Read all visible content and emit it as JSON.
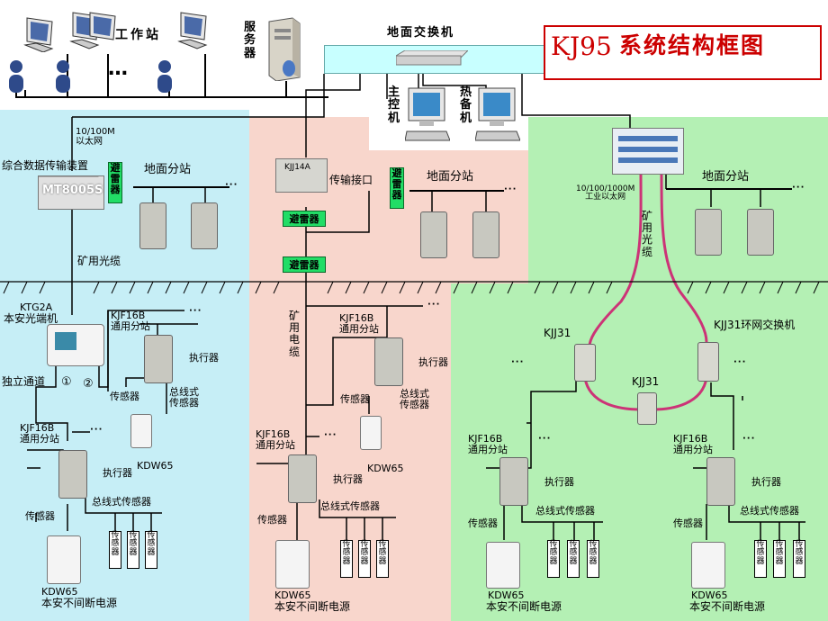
{
  "title": {
    "prefix": "KJ95",
    "chinese": "系统结构框图",
    "color": "#cc0000"
  },
  "top": {
    "workstations": "工作站",
    "ellipsis": "…",
    "server": "服务器",
    "ground_switch": "地面交换机",
    "main_host": "主控机",
    "standby_host": "热备机"
  },
  "left": {
    "ethernet": "10/100M\n以太网",
    "device_label": "综合数据传输装置",
    "device_model": "MT8005S",
    "lightning": "避雷器",
    "ground_substation": "地面分站",
    "fiber": "矿用光缆",
    "optical_terminal_model": "KTG2A",
    "optical_terminal": "本安光端机",
    "independent_channel": "独立通道",
    "ch1": "①",
    "ch2": "②",
    "substation_model_a": "KJF16B",
    "substation_a": "通用分站",
    "actuator": "执行器",
    "sensor": "传感器",
    "bus_sensor": "总线式传感器",
    "bus_sensor_2": "总线式\n传感器",
    "kdw65": "KDW65",
    "ups": "本安不间断电源",
    "sensor_short": "传感器"
  },
  "middle": {
    "interface_model": "KJJ14A",
    "interface": "传输接口",
    "lightning": "避雷器",
    "ground_substation": "地面分站",
    "cable": "矿用电缆",
    "substation_model": "KJF16B",
    "substation": "通用分站",
    "actuator": "执行器",
    "sensor": "传感器",
    "bus_sensor": "总线式\n传感器",
    "bus_sensor_line": "总线式传感器",
    "kdw65": "KDW65",
    "ups": "本安不间断电源"
  },
  "right": {
    "ethernet": "10/100/1000M\n工业以太网",
    "ground_substation": "地面分站",
    "fiber": "矿用光缆",
    "kjj31": "KJJ31",
    "ring_switch": "KJJ31环网交换机",
    "substation_model": "KJF16B",
    "substation": "通用分站",
    "actuator": "执行器",
    "sensor": "传感器",
    "bus_sensor_line": "总线式传感器",
    "kdw65": "KDW65",
    "ups": "本安不间断电源"
  },
  "colors": {
    "left_zone": "#c6eef6",
    "middle_zone": "#f8d6cc",
    "right_zone": "#b4f0b4",
    "switch_bar": "#c8ffff",
    "lightning_box": "#22dd66",
    "fiber_ring": "#cc3377"
  }
}
